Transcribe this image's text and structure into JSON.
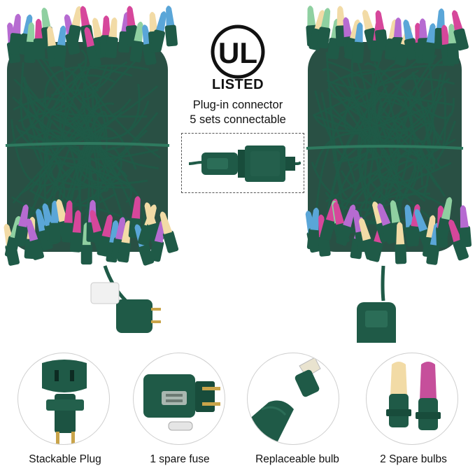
{
  "certification": {
    "logo_letters": "UL",
    "listed_label": "LISTED"
  },
  "connector": {
    "line1": "Plug-in connector",
    "line2": "5 sets connectable"
  },
  "features": [
    {
      "caption": "Stackable Plug",
      "icon": "plug-icon"
    },
    {
      "caption": "1 spare fuse",
      "icon": "fuse-icon"
    },
    {
      "caption": "Replaceable bulb",
      "icon": "bulb-icon"
    },
    {
      "caption": "2 Spare bulbs",
      "icon": "spare-bulbs-icon"
    }
  ],
  "colors": {
    "wire": "#1f5a47",
    "wire_dark": "#123d30",
    "bulb_pink": "#d6479b",
    "bulb_blue": "#5aa6d8",
    "bulb_green": "#8fd0a1",
    "bulb_cream": "#f2dba6",
    "bulb_purple": "#b66bd1"
  }
}
